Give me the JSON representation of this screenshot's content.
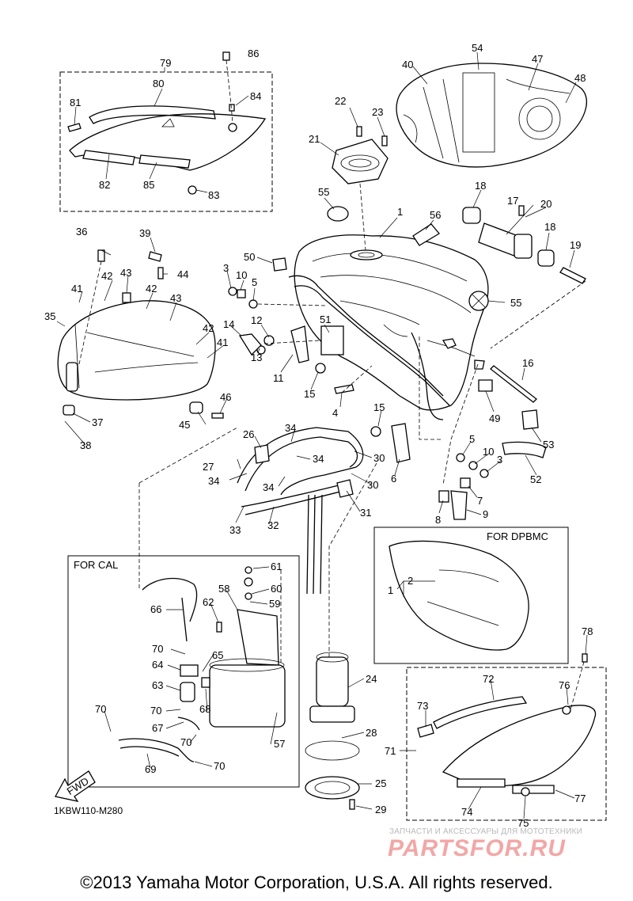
{
  "diagram": {
    "code": "1KBW110-M280",
    "copyright": "©2013 Yamaha Motor Corporation, U.S.A. All rights reserved.",
    "boxes": {
      "cal": "FOR CAL",
      "dpbmc": "FOR DPBMC",
      "fwd": "FWD"
    },
    "watermark": {
      "caption": "ЗАПЧАСТИ И АКСЕССУАРЫ ДЛЯ МОТОТЕХНИКИ",
      "logo": "PARTSFOR.RU"
    },
    "callouts": {
      "c1": "1",
      "c1b": "1",
      "c2": "2",
      "c3a": "3",
      "c3b": "3",
      "c4": "4",
      "c5a": "5",
      "c5b": "5",
      "c6": "6",
      "c7": "7",
      "c8": "8",
      "c9": "9",
      "c10a": "10",
      "c10b": "10",
      "c11": "11",
      "c12": "12",
      "c13": "13",
      "c14": "14",
      "c15a": "15",
      "c15b": "15",
      "c16": "16",
      "c17": "17",
      "c18a": "18",
      "c18b": "18",
      "c19": "19",
      "c20": "20",
      "c21": "21",
      "c22": "22",
      "c23": "23",
      "c24": "24",
      "c25": "25",
      "c26": "26",
      "c27": "27",
      "c28": "28",
      "c29": "29",
      "c30a": "30",
      "c30b": "30",
      "c31": "31",
      "c32": "32",
      "c33": "33",
      "c34a": "34",
      "c34b": "34",
      "c34c": "34",
      "c34d": "34",
      "c35": "35",
      "c36": "36",
      "c37": "37",
      "c38": "38",
      "c39": "39",
      "c40": "40",
      "c41a": "41",
      "c41b": "41",
      "c42a": "42",
      "c42b": "42",
      "c42c": "42",
      "c43a": "43",
      "c43b": "43",
      "c44": "44",
      "c45": "45",
      "c46": "46",
      "c47": "47",
      "c48": "48",
      "c49": "49",
      "c50": "50",
      "c51": "51",
      "c52": "52",
      "c53": "53",
      "c54": "54",
      "c55a": "55",
      "c55b": "55",
      "c56": "56",
      "c57": "57",
      "c58": "58",
      "c59": "59",
      "c60": "60",
      "c61": "61",
      "c62": "62",
      "c63": "63",
      "c64": "64",
      "c65": "65",
      "c66": "66",
      "c67": "67",
      "c68": "68",
      "c69": "69",
      "c70a": "70",
      "c70b": "70",
      "c70c": "70",
      "c70d": "70",
      "c70e": "70",
      "c71": "71",
      "c72": "72",
      "c73": "73",
      "c74": "74",
      "c75": "75",
      "c76": "76",
      "c77": "77",
      "c78": "78",
      "c79": "79",
      "c80": "80",
      "c81": "81",
      "c82": "82",
      "c83": "83",
      "c84": "84",
      "c85": "85",
      "c86": "86"
    }
  }
}
